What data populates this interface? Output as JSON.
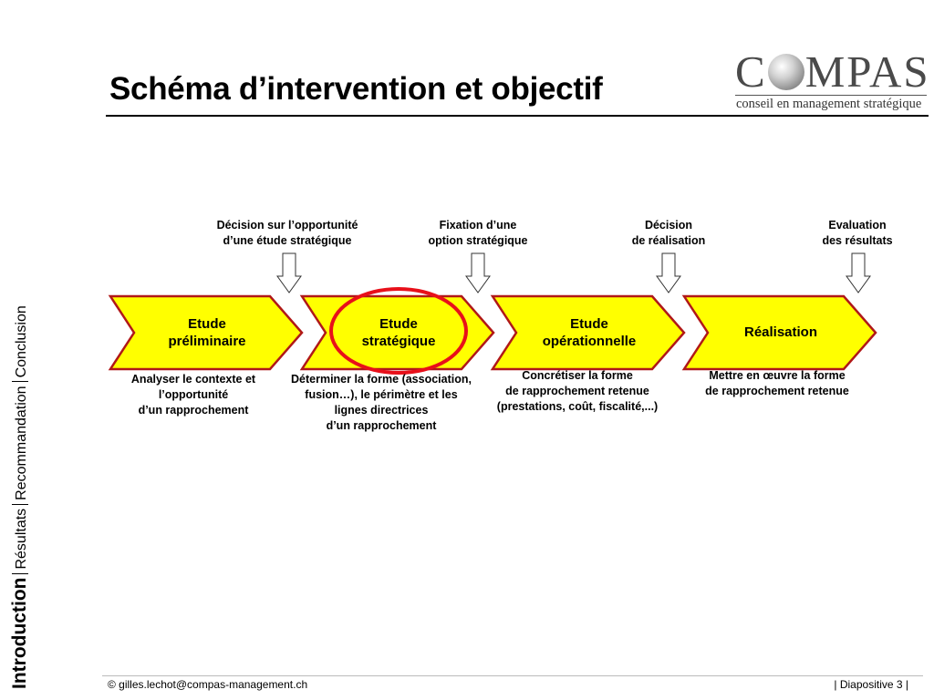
{
  "slide": {
    "title": "Schéma d’intervention et objectif",
    "footer_left": "© gilles.lechot@compas-management.ch",
    "footer_right": "| Diapositive 3 |"
  },
  "logo": {
    "word_start": "C",
    "word_end": "MPAS",
    "tagline": "conseil en management stratégique"
  },
  "nav": {
    "items": [
      "Introduction",
      "Résultats",
      "Recommandation",
      "Conclusion"
    ],
    "active_index": 0
  },
  "milestones": [
    {
      "line1": "Décision sur l’opportunité",
      "line2": "d’une étude stratégique"
    },
    {
      "line1": "Fixation d’une",
      "line2": "option stratégique"
    },
    {
      "line1": "Décision",
      "line2": "de réalisation"
    },
    {
      "line1": "Evaluation",
      "line2": "des résultats"
    }
  ],
  "phases": [
    {
      "line1": "Etude",
      "line2": "préliminaire",
      "desc": [
        "Analyser le contexte et",
        "l’opportunité",
        "d’un rapprochement"
      ]
    },
    {
      "line1": "Etude",
      "line2": "stratégique",
      "highlighted": true,
      "desc": [
        "Déterminer la forme (association,",
        "fusion…), le périmètre et les",
        "lignes directrices",
        "d’un rapprochement"
      ]
    },
    {
      "line1": "Etude",
      "line2": "opérationnelle",
      "desc": [
        "Concrétiser la forme",
        "de rapprochement retenue",
        "(prestations, coût, fiscalité,...)"
      ]
    },
    {
      "line1": "Réalisation",
      "line2": "",
      "desc": [
        "Mettre en œuvre la forme",
        "de rapprochement retenue"
      ]
    }
  ],
  "colors": {
    "chevron_fill": "#ffff00",
    "chevron_stroke": "#b01818",
    "highlight_circle": "#e8101a"
  }
}
